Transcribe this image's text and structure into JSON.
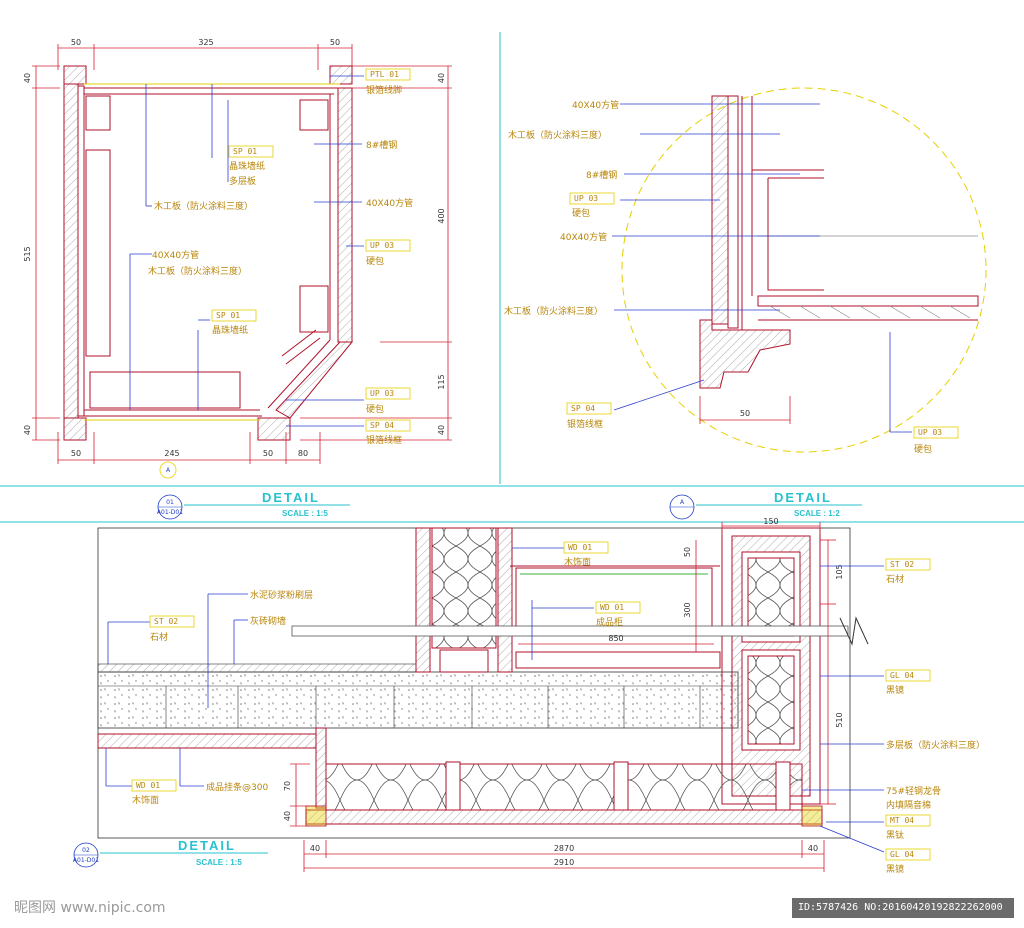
{
  "drawings": {
    "d1": {
      "bubble_top": "01",
      "bubble_bottom": "A01-D01",
      "title": "DETAIL",
      "scale": "SCALE : 1:5",
      "section_marker": "A",
      "dims": {
        "top": [
          "50",
          "325",
          "50"
        ],
        "bottom": [
          "50",
          "245",
          "50",
          "80"
        ],
        "left": [
          "40",
          "515",
          "40"
        ],
        "right": [
          "40",
          "400",
          "115",
          "40"
        ]
      },
      "labels": [
        {
          "tag": "PTL  01",
          "text": "银箔线脚"
        },
        {
          "tag": "SP  01",
          "text": "晶珠墙纸"
        },
        {
          "tag": "",
          "text": "多层板"
        },
        {
          "tag": "",
          "text": "8#槽钢"
        },
        {
          "tag": "",
          "text": "木工板（防火涂料三度）"
        },
        {
          "tag": "",
          "text": "40X40方管"
        },
        {
          "tag": "UP  03",
          "text": "硬包"
        },
        {
          "tag": "",
          "text": "40X40方管"
        },
        {
          "tag": "",
          "text": "木工板（防火涂料三度）"
        },
        {
          "tag": "SP  01",
          "text": "晶珠墙纸"
        },
        {
          "tag": "UP  03",
          "text": "硬包"
        },
        {
          "tag": "SP  04",
          "text": "银箔线框"
        }
      ]
    },
    "d2": {
      "bubble_top": "A",
      "bubble_bottom": "",
      "title": "DETAIL",
      "scale": "SCALE : 1:2",
      "dims": {
        "bottom": "50"
      },
      "labels": [
        {
          "tag": "",
          "text": "40X40方管"
        },
        {
          "tag": "",
          "text": "木工板（防火涂料三度）"
        },
        {
          "tag": "",
          "text": "8#槽钢"
        },
        {
          "tag": "UP  03",
          "text": "硬包"
        },
        {
          "tag": "",
          "text": "40X40方管"
        },
        {
          "tag": "",
          "text": "木工板（防火涂料三度）"
        },
        {
          "tag": "SP  04",
          "text": "银箔线框"
        },
        {
          "tag": "UP  03",
          "text": "硬包"
        }
      ]
    },
    "d3": {
      "bubble_top": "02",
      "bubble_bottom": "A01-D01",
      "title": "DETAIL",
      "scale": "SCALE : 1:5",
      "dims": {
        "top": "150",
        "inner": [
          "50",
          "300",
          "850"
        ],
        "right": [
          "105",
          "510"
        ],
        "left": [
          "70",
          "40"
        ],
        "bottom1": [
          "40",
          "2870",
          "40"
        ],
        "bottom2": "2910"
      },
      "labels": [
        {
          "tag": "WD  01",
          "text": "木饰面"
        },
        {
          "tag": "WD  01",
          "text": "成品柜"
        },
        {
          "tag": "",
          "text": "水泥砂浆粉刷层"
        },
        {
          "tag": "",
          "text": "灰砖砌墙"
        },
        {
          "tag": "ST  02",
          "text": "石材"
        },
        {
          "tag": "WD  01",
          "text": "木饰面"
        },
        {
          "tag": "",
          "text": "成品挂条@300"
        },
        {
          "tag": "ST  02",
          "text": "石材"
        },
        {
          "tag": "GL  04",
          "text": "黑镜"
        },
        {
          "tag": "",
          "text": "多层板（防火涂料三度）"
        },
        {
          "tag": "",
          "text": "75#轻钢龙骨"
        },
        {
          "tag": "",
          "text": "内填隔音棉"
        },
        {
          "tag": "MT  04",
          "text": "黑钛"
        },
        {
          "tag": "GL  04",
          "text": "黑镜"
        }
      ]
    }
  },
  "watermark": {
    "left": "昵图网 www.nipic.com",
    "right": "ID:5787426 NO:20160420192822262000"
  },
  "colors": {
    "outline": "#b0102a",
    "dimension": "#d42030",
    "label": "#b8860b",
    "leader": "#2a3cd0",
    "title": "#29c1cf",
    "hatch": "#888888"
  }
}
